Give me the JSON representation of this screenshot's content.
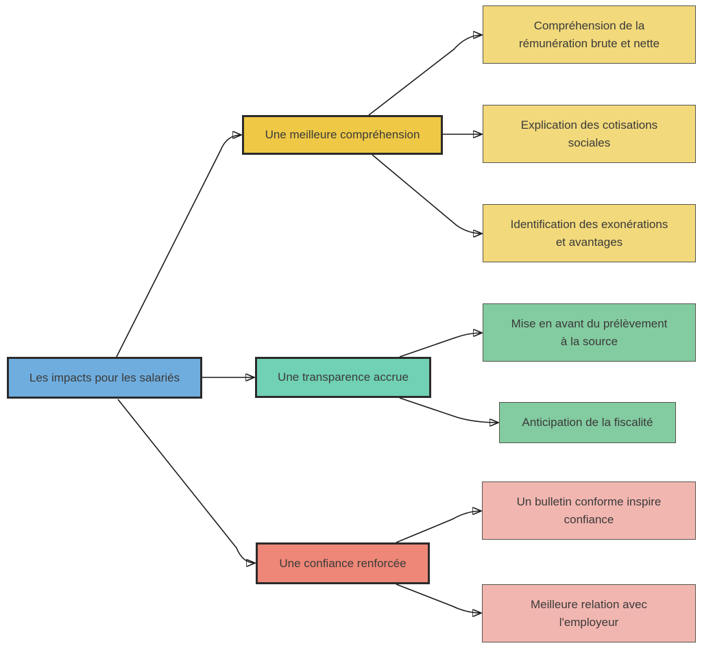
{
  "palette": {
    "background": "#FFFFFF",
    "root_fill": "#6FADDE",
    "branch1_fill": "#EFC845",
    "branch1_leaf_fill": "#F2D97B",
    "branch2_fill": "#70D1B4",
    "branch2_leaf_fill": "#83CBA0",
    "branch3_fill": "#EE8777",
    "branch3_leaf_fill": "#F2B6B0",
    "node_border": "#2B2B2B",
    "leaf_border": "#55544C",
    "connector": "#1A1A1A",
    "text": "#3A3A3A"
  },
  "nodes": {
    "root": {
      "label": "Les impacts pour les salariés"
    },
    "branch1": {
      "label": "Une meilleure compréhension"
    },
    "branch1_child1": {
      "label": "Compréhension de la\nrémunération brute et nette"
    },
    "branch1_child2": {
      "label": "Explication des cotisations\nsociales"
    },
    "branch1_child3": {
      "label": "Identification des exonérations\net avantages"
    },
    "branch2": {
      "label": "Une transparence accrue"
    },
    "branch2_child1": {
      "label": "Mise en avant du prélèvement\nà la source"
    },
    "branch2_child2": {
      "label": "Anticipation de la fiscalité"
    },
    "branch3": {
      "label": "Une confiance renforcée"
    },
    "bran3_note": "",
    "branch3_child1": {
      "label": "Un bulletin conforme inspire\nconfiance"
    },
    "branch3_child2": {
      "label": "Meilleure relation avec\nl'employeur"
    }
  }
}
